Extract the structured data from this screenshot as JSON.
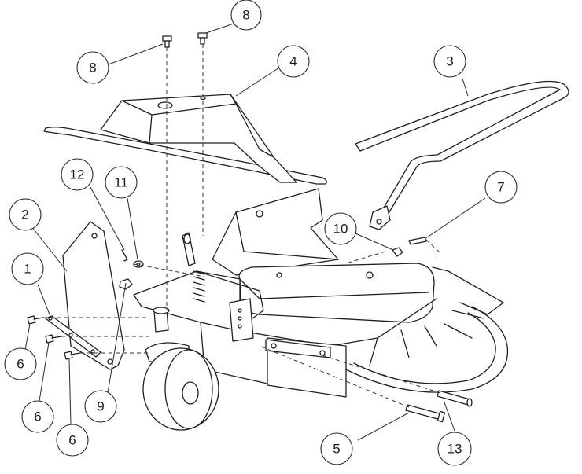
{
  "highlight_color": "#6fd3c4",
  "callouts": [
    {
      "id": "c8a",
      "label": "8"
    },
    {
      "id": "c8b",
      "label": "8"
    },
    {
      "id": "c4",
      "label": "4"
    },
    {
      "id": "c3",
      "label": "3"
    },
    {
      "id": "c12",
      "label": "12"
    },
    {
      "id": "c11",
      "label": "11"
    },
    {
      "id": "c2",
      "label": "2"
    },
    {
      "id": "c7",
      "label": "7"
    },
    {
      "id": "c10",
      "label": "10"
    },
    {
      "id": "c1",
      "label": "1"
    },
    {
      "id": "c6a",
      "label": "6"
    },
    {
      "id": "c9",
      "label": "9"
    },
    {
      "id": "c6b",
      "label": "6"
    },
    {
      "id": "c6c",
      "label": "6"
    },
    {
      "id": "c5",
      "label": "5"
    },
    {
      "id": "c13",
      "label": "13"
    }
  ]
}
